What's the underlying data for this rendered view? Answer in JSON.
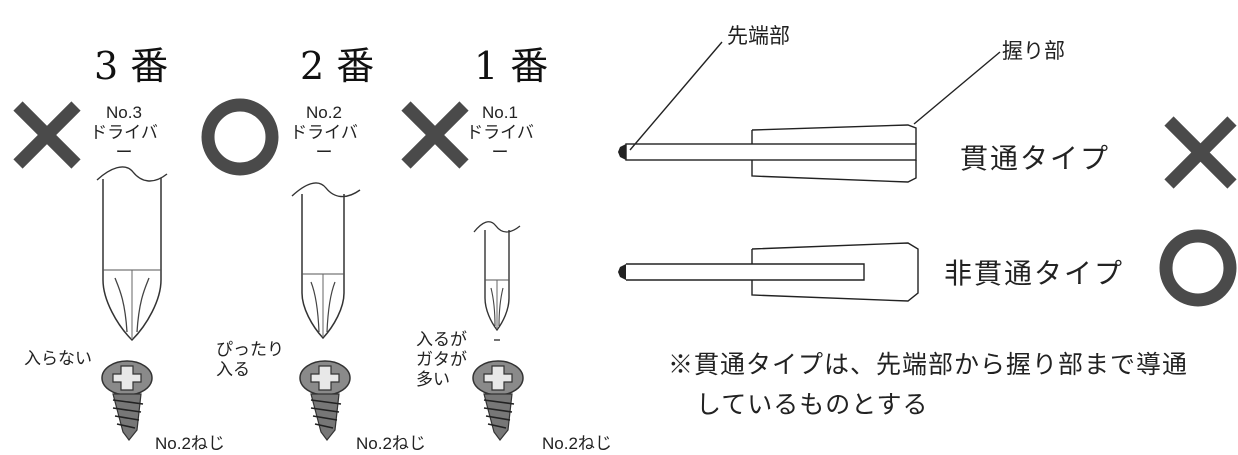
{
  "colors": {
    "mark": "#4a4a4a",
    "ink": "#222222",
    "screw": "#8a8a8a"
  },
  "sizes": [
    {
      "title": "3 番",
      "label_l1": "No.3",
      "label_l2": "ドライバー",
      "mark": "cross-mark-icon",
      "fit": "入らない",
      "screw": "No.2ねじ"
    },
    {
      "title": "2 番",
      "label_l1": "No.2",
      "label_l2": "ドライバー",
      "mark": "circle-mark-icon",
      "fit": "ぴったり入る",
      "fit_l1": "ぴったり",
      "fit_l2": "入る",
      "screw": "No.2ねじ"
    },
    {
      "title": "1 番",
      "label_l1": "No.1",
      "label_l2": "ドライバー",
      "mark": "cross-mark-icon",
      "fit": "入るがガタが多い",
      "fit_l1": "入るが",
      "fit_l2": "ガタが",
      "fit_l3": "多い",
      "screw": "No.2ねじ"
    }
  ],
  "handle_types": {
    "tip_label": "先端部",
    "grip_label": "握り部",
    "through": {
      "label": "貫通タイプ",
      "mark": "cross-mark-icon"
    },
    "non_through": {
      "label": "非貫通タイプ",
      "mark": "circle-mark-icon"
    },
    "note_l1": "※貫通タイプは、先端部から握り部まで導通",
    "note_l2": "しているものとする"
  }
}
